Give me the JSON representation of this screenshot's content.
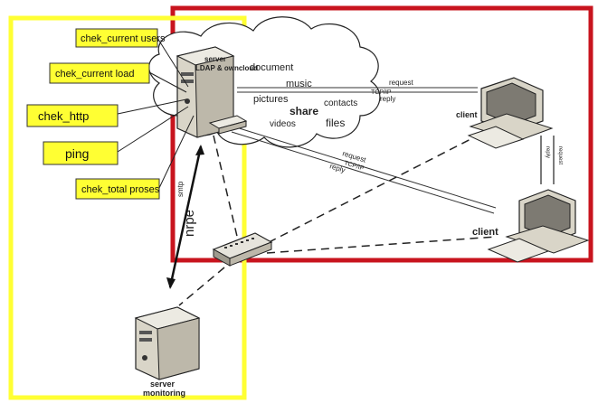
{
  "server": {
    "label_line1": "server",
    "label_line2": "LDAP & owncloud"
  },
  "cloud": {
    "document": "document",
    "music": "music",
    "pictures": "pictures",
    "contacts": "contacts",
    "share": "share",
    "files": "files",
    "videos": "videos"
  },
  "checks": [
    {
      "label": "chek_current users"
    },
    {
      "label": "chek_current load"
    },
    {
      "label": "chek_http"
    },
    {
      "label": "ping"
    },
    {
      "label": "chek_total proses"
    }
  ],
  "links": {
    "top_request": "request",
    "top_protocol": "TCP/IP",
    "top_reply": "reply",
    "mid_request": "request",
    "mid_protocol": "TCP/IP",
    "mid_reply": "reply",
    "client_link_a": "reply",
    "client_link_b": "request",
    "smtp": "smtp",
    "nrpe": "nrpe"
  },
  "clients": [
    {
      "label": "client"
    },
    {
      "label": "client"
    }
  ],
  "monitoring": {
    "label_line1": "server",
    "label_line2": "monitoring"
  },
  "colors": {
    "yellow_box": "#ffff33",
    "red_box": "#c8141e",
    "check_fill": "#ffff33"
  }
}
